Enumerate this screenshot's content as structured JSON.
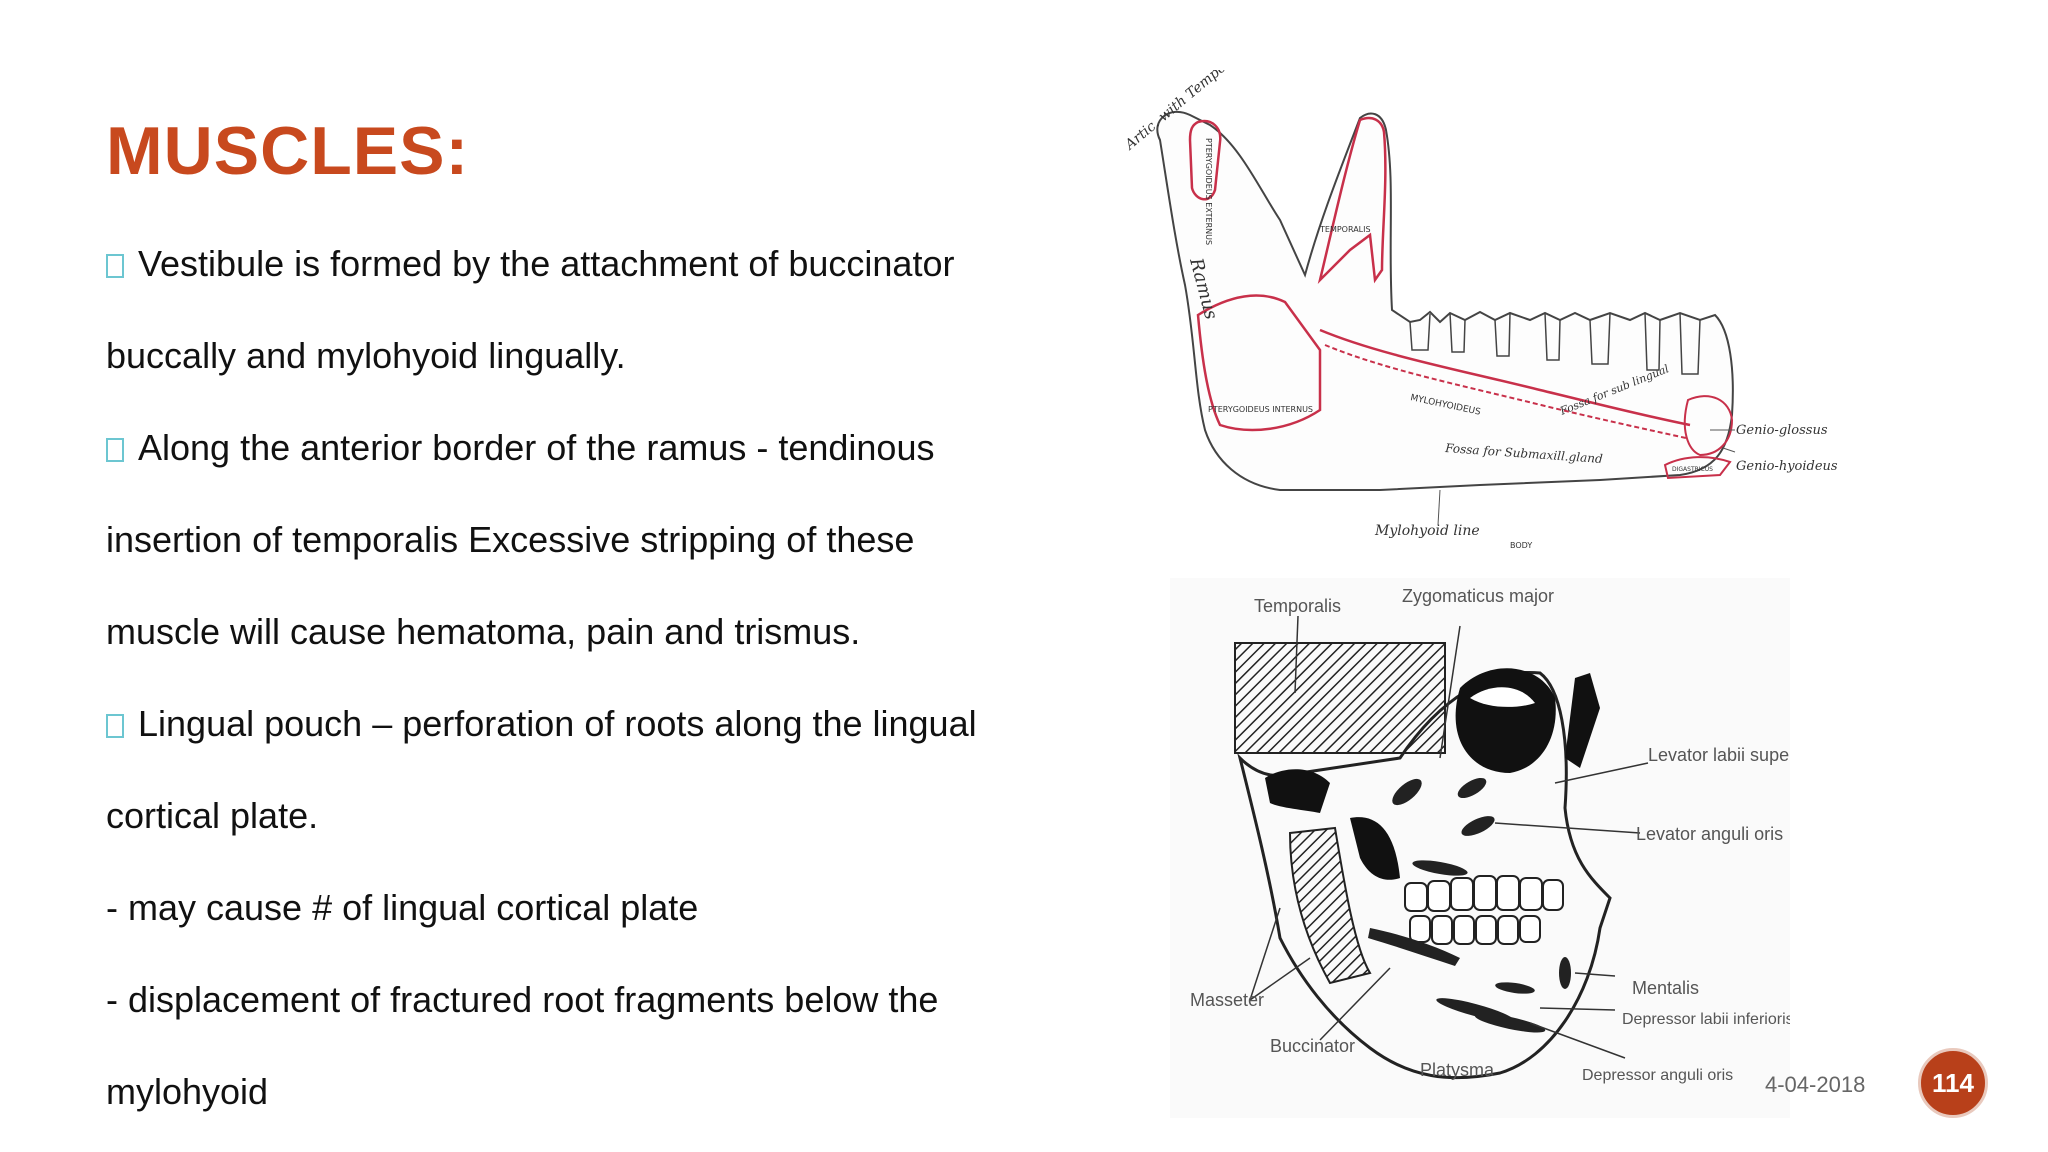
{
  "slide": {
    "title": "MUSCLES:",
    "lines": [
      {
        "bullet": true,
        "text": "Vestibule is formed by the attachment of buccinator"
      },
      {
        "bullet": false,
        "text": "buccally and mylohyoid lingually."
      },
      {
        "bullet": true,
        "text": "Along the anterior border of the ramus - tendinous"
      },
      {
        "bullet": false,
        "text": "insertion of temporalis Excessive stripping of these"
      },
      {
        "bullet": false,
        "text": "muscle will cause hematoma, pain and trismus."
      },
      {
        "bullet": true,
        "text": "Lingual pouch – perforation of roots along the lingual"
      },
      {
        "bullet": false,
        "text": "cortical plate."
      },
      {
        "bullet": false,
        "text": "-  may cause # of lingual cortical plate"
      },
      {
        "bullet": false,
        "text": "-  displacement of fractured root fragments below the"
      },
      {
        "bullet": false,
        "text": "mylohyoid"
      }
    ],
    "date": "4-04-2018",
    "page_number": "114"
  },
  "mandible_figure": {
    "labels": {
      "artic": "Artic. with Temporal",
      "ramus": "Ramus",
      "temporalis": "TEMPORALIS",
      "pterygoideus_ext": "PTERYGOIDEUS EXTERNUS",
      "pterygoideus_int": "PTERYGOIDEUS INTERNUS",
      "mylohyoid_line": "Mylohyoid line",
      "body": "BODY",
      "fossa_submaxill": "Fossa for Submaxill.gland",
      "fossa_sublingual": "Fossa for sub lingual",
      "mylohyoid": "MYLOHYOIDEUS",
      "genio_glossus": "Genio-glossus",
      "genio_hyoideus": "Genio-hyoideus",
      "digastricus": "DIGASTRICUS"
    },
    "accent_color": "#c8304a"
  },
  "face_figure": {
    "labels": {
      "temporalis": "Temporalis",
      "zygomaticus": "Zygomaticus major",
      "levator_labii": "Levator labii superioris",
      "levator_anguli": "Levator anguli oris",
      "masseter": "Masseter",
      "buccinator": "Buccinator",
      "platysma": "Platysma",
      "mentalis": "Mentalis",
      "depressor_labii": "Depressor labii inferioris",
      "depressor_anguli": "Depressor anguli oris"
    }
  },
  "colors": {
    "title": "#c8491e",
    "bullet": "#6cc6d1",
    "badge": "#b8401a"
  }
}
